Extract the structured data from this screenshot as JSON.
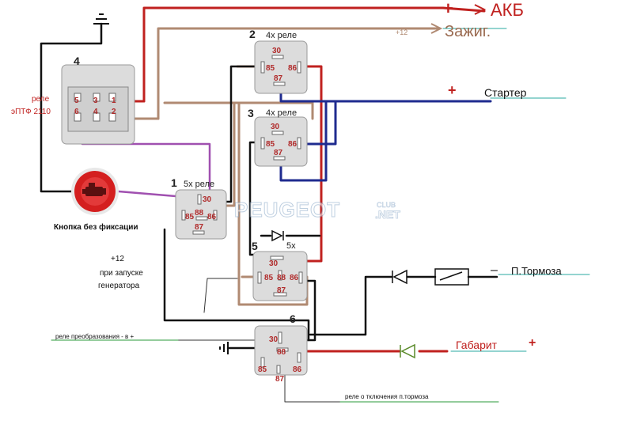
{
  "title": "",
  "labels": {
    "akb": "АКБ",
    "akb_plus": "+",
    "ign": "Зажиг.",
    "ign_plus": "+12",
    "starter": "Стартер",
    "starter_plus": "+",
    "brake": "П.Тормоза",
    "brake_minus": "–",
    "gabarit": "Габарит",
    "gabarit_plus": "+",
    "button": "Кнопка без фиксации",
    "relay_ptf_line1": "реле",
    "relay_ptf_line2": "эПТФ 2110",
    "gen_line1": "+12",
    "gen_line2": "при запуске",
    "gen_line3": "генератора",
    "relay_conv": "реле преобразования - в  +",
    "relay_brake_off": "реле   о тключения п.тормоза",
    "watermark_main": "PEUGEOT",
    "watermark_club": "CLUB",
    "watermark_net": ".NET"
  },
  "relays": {
    "r1": {
      "num": "1",
      "type": "5х реле",
      "pins": {
        "p30": "30",
        "p85": "85",
        "p88": "88",
        "p86": "86",
        "p87": "87"
      }
    },
    "r2": {
      "num": "2",
      "type": "4х реле",
      "pins": {
        "p30": "30",
        "p85": "85",
        "p86": "86",
        "p87": "87"
      }
    },
    "r3": {
      "num": "3",
      "type": "4х реле",
      "pins": {
        "p30": "30",
        "p85": "85",
        "p86": "86",
        "p87": "87"
      }
    },
    "r4": {
      "num": "4",
      "pins": {
        "p5": "5",
        "p3": "3",
        "p1": "1",
        "p6": "6",
        "p4": "4",
        "p2": "2"
      }
    },
    "r5": {
      "num": "5",
      "type": "5х",
      "pins": {
        "p30": "30",
        "p85": "85",
        "p88": "88",
        "p86": "86",
        "p87": "87"
      }
    },
    "r6": {
      "num": "6",
      "pins": {
        "p30": "30",
        "p88": "88",
        "p85": "85",
        "p86": "86",
        "p87": "87"
      }
    }
  },
  "colors": {
    "wire_red": "#c0211f",
    "wire_brown": "#b08a72",
    "wire_black": "#111111",
    "wire_blue": "#1f2b8f",
    "wire_purple": "#a050b0",
    "button_red": "#d41f1f"
  },
  "icons": [
    "ground-icon",
    "diode-icon",
    "switch-icon",
    "check-engine-icon"
  ]
}
